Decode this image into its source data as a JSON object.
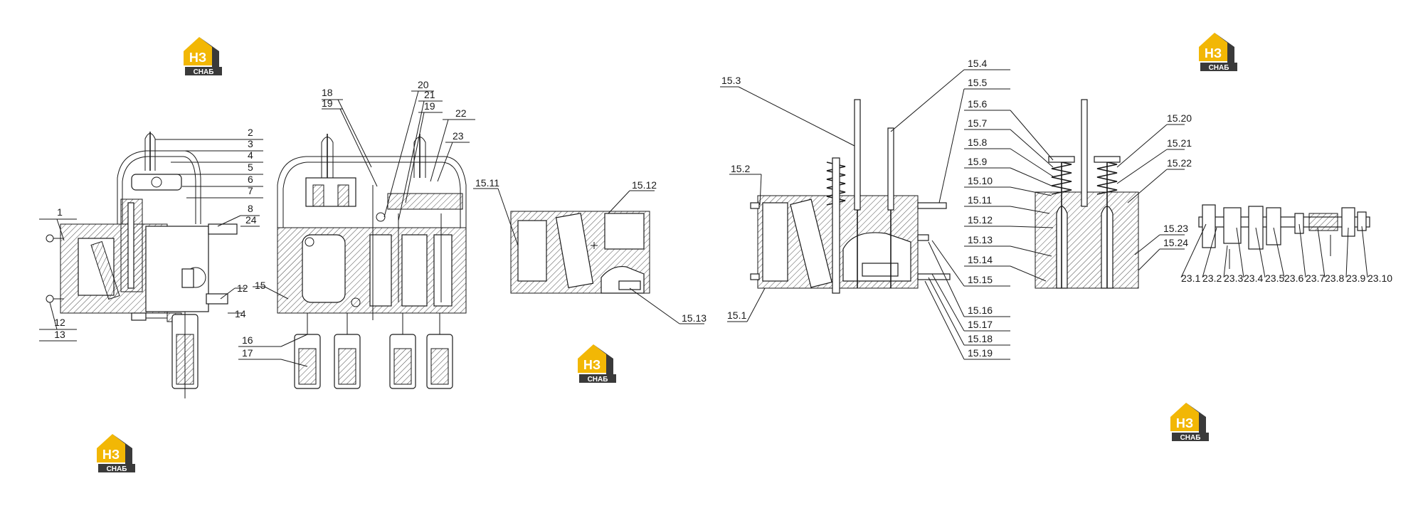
{
  "brand": {
    "logo_letters": "НЗ",
    "logo_word": "СНАБ",
    "color_yellow": "#f2b705",
    "color_dark": "#3a3a3a"
  },
  "diagram": {
    "labels": [
      "1",
      "2",
      "3",
      "4",
      "5",
      "6",
      "7",
      "8",
      "24",
      "12",
      "13",
      "12",
      "14",
      "15",
      "16",
      "17",
      "18",
      "19",
      "20",
      "21",
      "19",
      "22",
      "23",
      "15.11",
      "15.12",
      "15.13",
      "15.3",
      "15.4",
      "15.5",
      "15.6",
      "15.7",
      "15.8",
      "15.9",
      "15.10",
      "15.11",
      "15.12",
      "15.13",
      "15.14",
      "15.15",
      "15.16",
      "15.17",
      "15.18",
      "15.19",
      "15.2",
      "15.1",
      "15.20",
      "15.21",
      "15.22",
      "15.23",
      "15.24",
      "23.1",
      "23.2",
      "23.3",
      "23.4",
      "23.5",
      "23.6",
      "23.7",
      "23.8",
      "23.9",
      "23.10"
    ]
  }
}
